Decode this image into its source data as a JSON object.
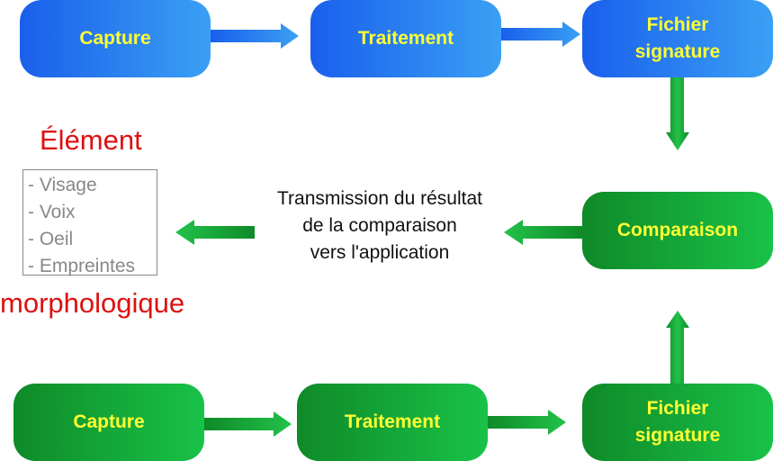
{
  "top_row": {
    "capture": "Capture",
    "traitement": "Traitement",
    "fichier_signature": "Fichier\nsignature"
  },
  "comparaison": "Comparaison",
  "bottom_row": {
    "capture": "Capture",
    "traitement": "Traitement",
    "fichier_signature": "Fichier\nsignature"
  },
  "transmission": "Transmission du résultat\nde la comparaison\nvers l'application",
  "element_label": "Élément",
  "morphologique_label": "morphologique",
  "elements": [
    "- Visage",
    "- Voix",
    "- Oeil",
    "- Empreintes"
  ],
  "colors": {
    "node_text": "#ffff33",
    "blue_start": "#1a5fec",
    "blue_end": "#3aa0f4",
    "green_start": "#0f8a28",
    "green_end": "#19c248",
    "red_label": "#dd1111",
    "gray_text": "#888888"
  }
}
